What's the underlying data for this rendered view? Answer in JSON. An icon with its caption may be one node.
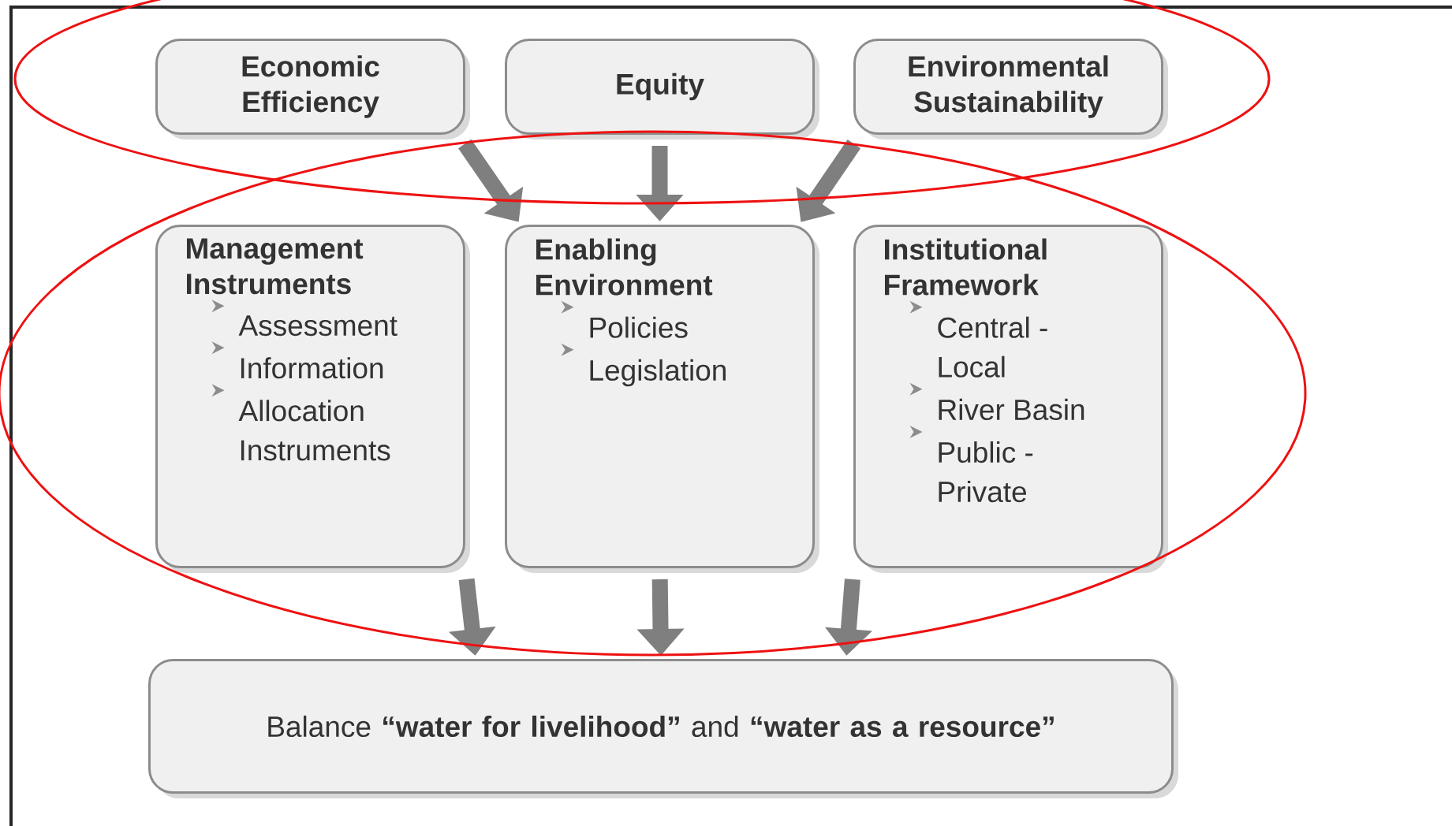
{
  "diagram": {
    "nodes": [
      {
        "text": [
          "Economic Efficiency"
        ]
      },
      {
        "text": [
          "Equity"
        ]
      },
      {
        "text": [
          "Environmental Sustainability"
        ]
      },
      {
        "text": [
          "Management Instruments",
          "Assessment",
          "Information",
          "Allocation Instruments"
        ]
      },
      {
        "text": [
          "Enabling Environment",
          "Policies",
          "Legislation"
        ]
      },
      {
        "text": [
          "Institutional Framework",
          "Central - Local",
          "River Basin",
          "Public - Private"
        ]
      },
      {
        "text": [
          "Balance **“water for livelihood”** and **“water as a resource”**"
        ]
      }
    ],
    "edges": [
      {
        "from": 0,
        "to": 4,
        "arrow": "to"
      },
      {
        "from": 1,
        "to": 4,
        "arrow": "to"
      },
      {
        "from": 2,
        "to": 4,
        "arrow": "to"
      },
      {
        "from": 3,
        "to": 6,
        "arrow": "to"
      },
      {
        "from": 4,
        "to": 6,
        "arrow": "to"
      },
      {
        "from": 5,
        "to": 6,
        "arrow": "to"
      }
    ]
  }
}
